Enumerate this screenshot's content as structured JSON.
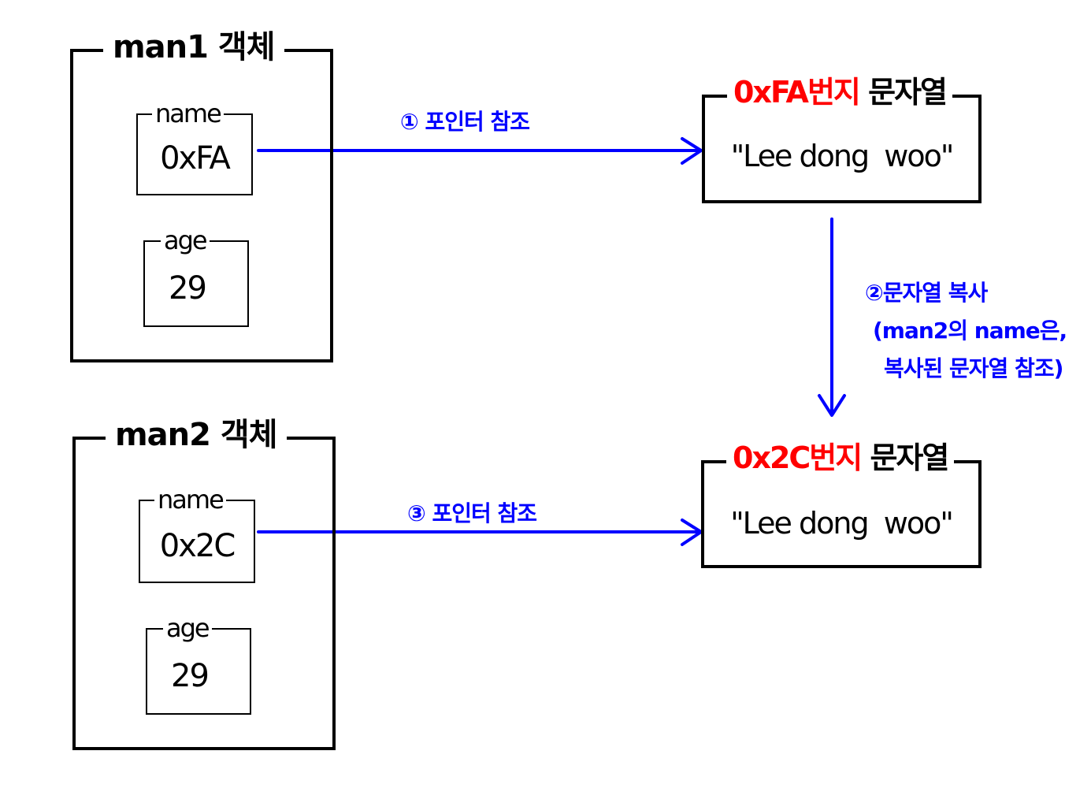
{
  "man1": {
    "title": "man1 객체",
    "name_label": "name",
    "name_value": "0xFA",
    "age_label": "age",
    "age_value": "29"
  },
  "man2": {
    "title": "man2 객체",
    "name_label": "name",
    "name_value": "0x2C",
    "age_label": "age",
    "age_value": "29"
  },
  "string1": {
    "address": "0xFA번지",
    "label": "문자열",
    "value": "\"Lee dong  woo\""
  },
  "string2": {
    "address": "0x2C번지",
    "label": "문자열",
    "value": "\"Lee dong  woo\""
  },
  "annotations": {
    "step1": "① 포인터 참조",
    "step2_line1": "②문자열 복사",
    "step2_line2": "(man2의 name은,",
    "step2_line3": "복사된 문자열 참조)",
    "step3": "③ 포인터 참조"
  },
  "colors": {
    "arrow": "#0000ff",
    "address": "#ff0000",
    "border": "#000000"
  }
}
